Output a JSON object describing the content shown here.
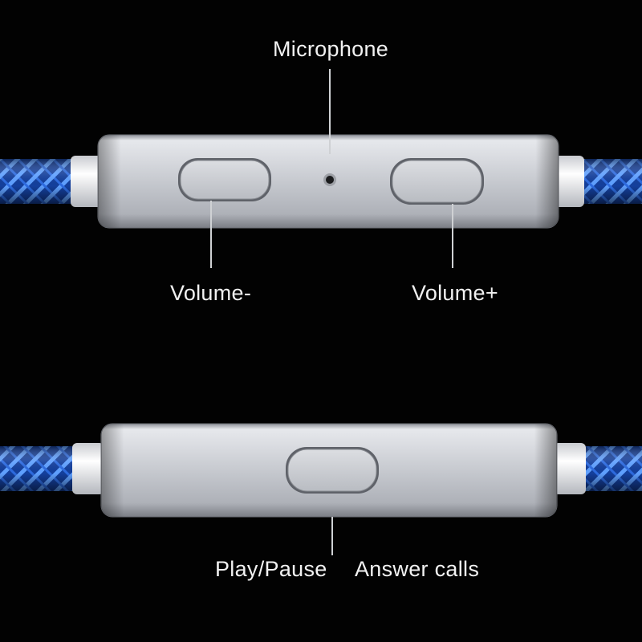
{
  "labels": {
    "microphone": "Microphone",
    "volume_minus": "Volume-",
    "volume_plus": "Volume+",
    "play_pause": "Play/Pause",
    "answer_calls": "Answer calls"
  },
  "colors": {
    "background": "#020202",
    "cable_blue": "#2f6fe0",
    "housing_silver": "#c9ccd2",
    "label_text": "#f2f2f2"
  }
}
